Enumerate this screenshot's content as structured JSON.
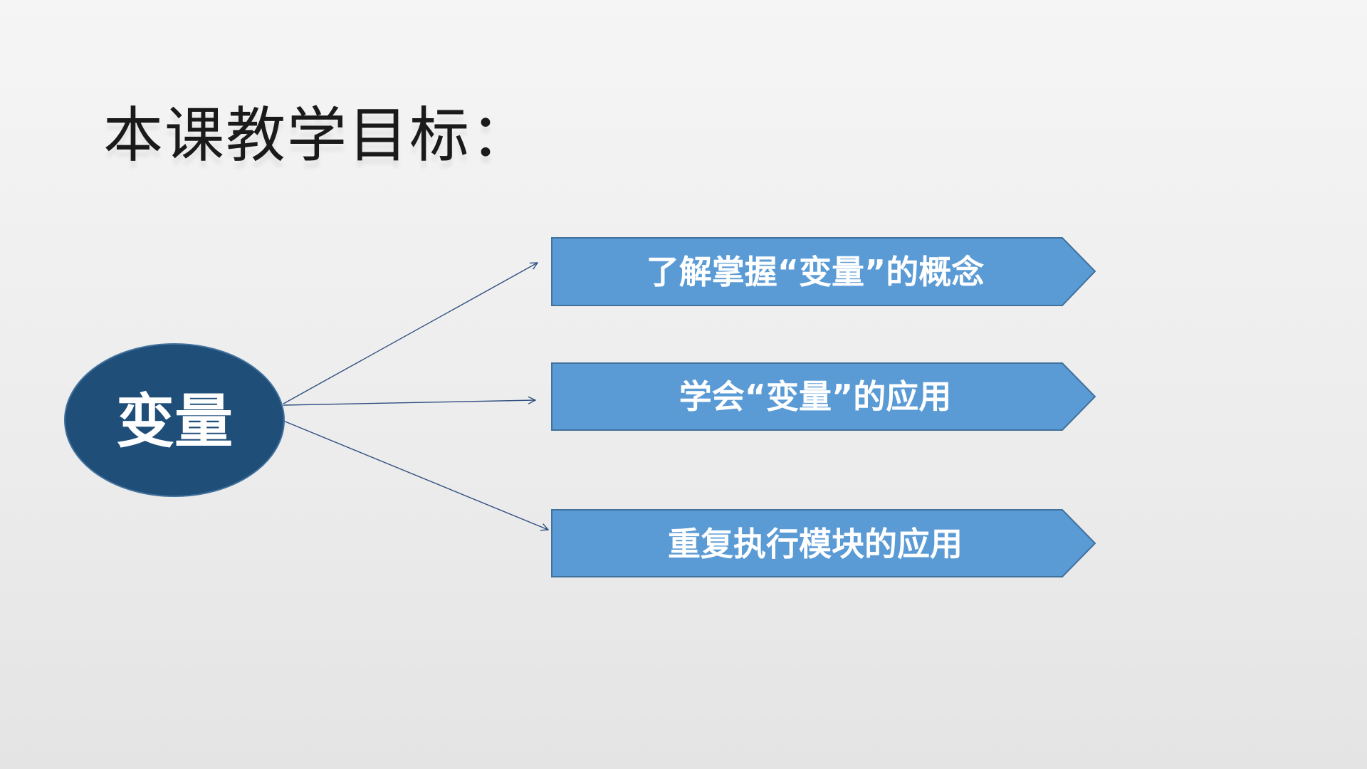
{
  "slide": {
    "title": "本课教学目标："
  },
  "diagram": {
    "center": {
      "label": "变量",
      "fill": "#1f4e79"
    },
    "targets": [
      {
        "label": "了解掌握“变量”的概念"
      },
      {
        "label": "学会“变量”的应用"
      },
      {
        "label": "重复执行模块的应用"
      }
    ],
    "colors": {
      "arrow_fill": "#5b9bd5",
      "arrow_stroke": "#41719c",
      "connector": "#2f4f7f",
      "label_text": "#ffffff"
    }
  }
}
